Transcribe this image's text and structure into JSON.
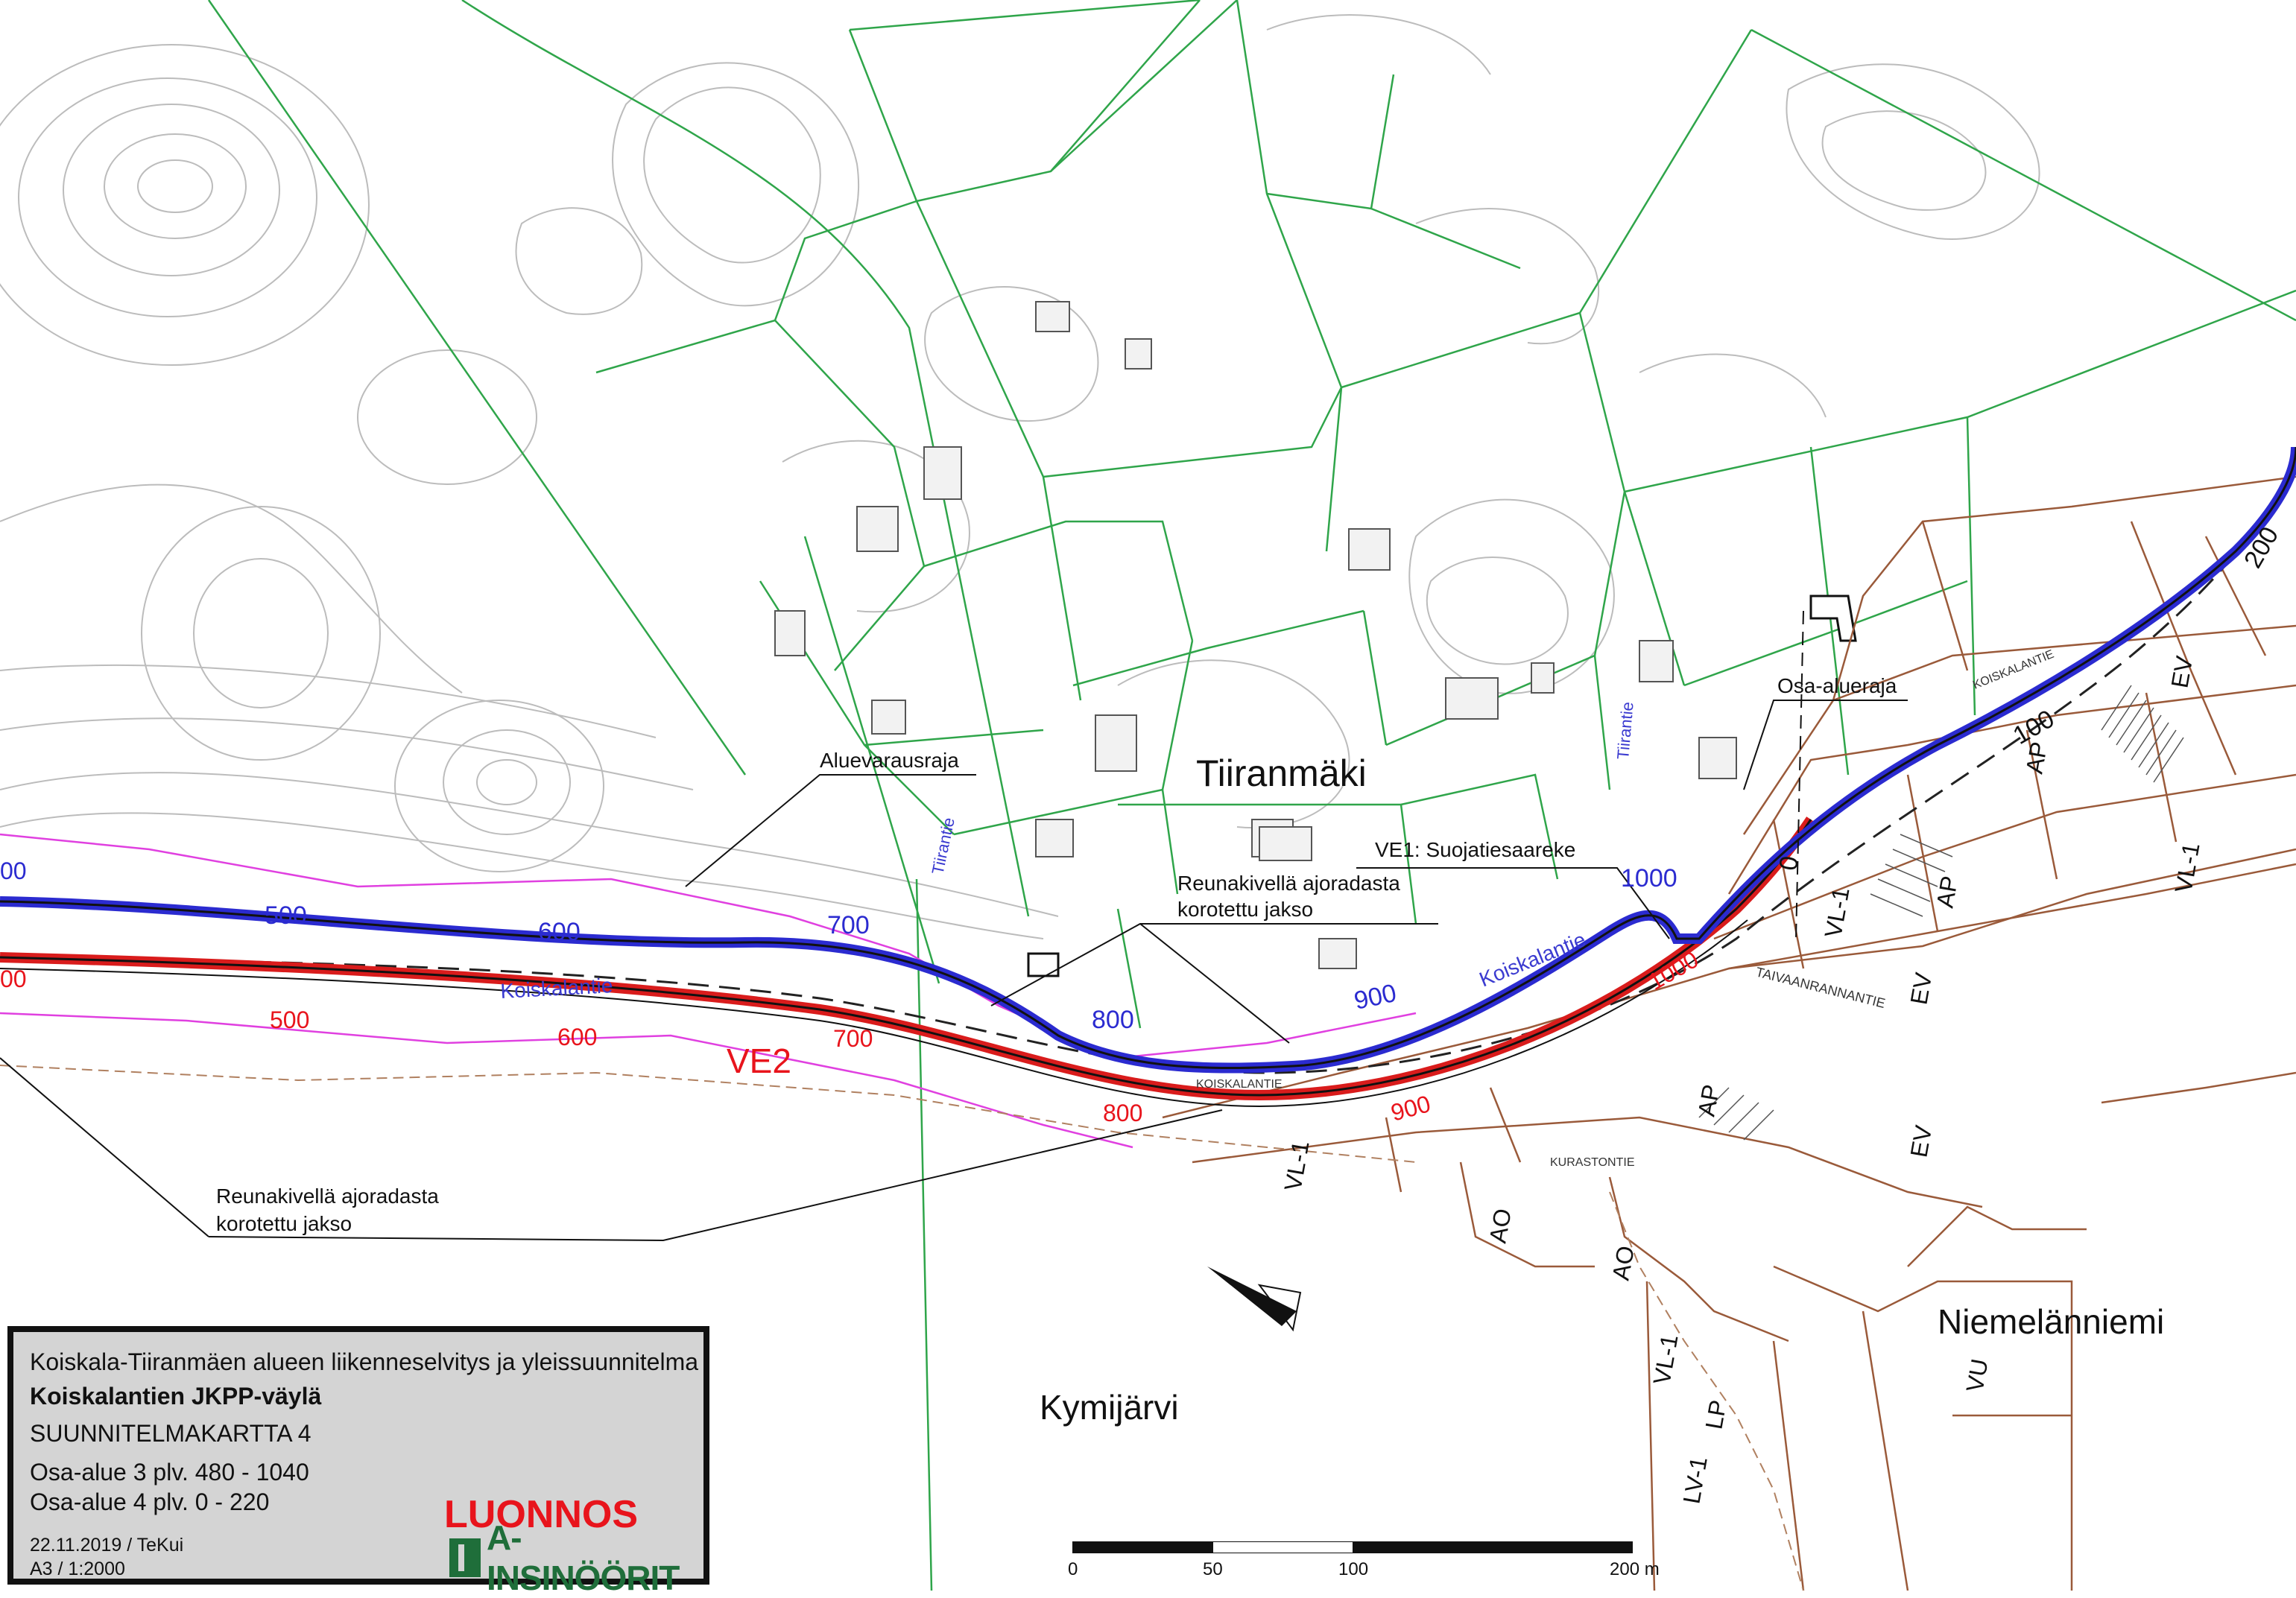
{
  "title_block": {
    "project": "Koiskala-Tiiranmäen alueen liikenneselvitys ja yleissuunnitelma",
    "subtitle": "Koiskalantien JKPP-väylä",
    "sheet": "SUUNNITELMAKARTTA 4",
    "area3": "Osa-alue 3 plv. 480 - 1040",
    "area4": "Osa-alue 4 plv. 0 - 220",
    "date": "22.11.2019 / TeKui",
    "scale": "A3 / 1:2000",
    "status": "LUONNOS",
    "logo": "A-INSINÖÖRIT"
  },
  "places": {
    "tiiranmaki": "Tiiranmäki",
    "kymijarvi": "Kymijärvi",
    "niemelanniemi": "Niemelänniemi"
  },
  "roads": {
    "koiskalantie_1": "Koiskalantie",
    "koiskalantie_2": "Koiskalantie",
    "koiskalantie_caps_1": "KOISKALANTIE",
    "koiskalantie_caps_2": "KOISKALANTIE",
    "tiirantie_1": "Tiirantie",
    "tiirantie_2": "Tiirantie",
    "taivaanrannantie": "TAIVAANRANNANTIE",
    "kurastontie": "KURASTONTIE"
  },
  "annotations": {
    "aluevarausraja": "Aluevarausraja",
    "reunakivi_1_line1": "Reunakivellä ajoradasta",
    "reunakivi_1_line2": "korotettu jakso",
    "reunakivi_2_line1": "Reunakivellä ajoradasta",
    "reunakivi_2_line2": "korotettu jakso",
    "ve1": "VE1: Suojatiesaareke",
    "osa_alueraja": "Osa-alueraja",
    "ve2": "VE2"
  },
  "stations_blue": [
    "500",
    "600",
    "700",
    "800",
    "900",
    "1000",
    "100",
    "200"
  ],
  "stations_blue_edge": "00",
  "stations_red": [
    "500",
    "600",
    "700",
    "800",
    "900",
    "1000"
  ],
  "stations_red_edge": "00",
  "station_zero": "0",
  "zoning": [
    "EV",
    "EV",
    "EV",
    "AP",
    "AP",
    "AP",
    "AO",
    "AO",
    "VL-1",
    "VL-1",
    "VL-1",
    "VL-1",
    "LP",
    "LV-1",
    "VU"
  ],
  "scale_bar": {
    "ticks": [
      "0",
      "50",
      "100",
      "200 m"
    ]
  },
  "colors": {
    "blue_alignment": "#2b2bd0",
    "red_alignment": "#d91c1c",
    "parcel_green": "#2fa54a",
    "reservation_magenta": "#e040e0",
    "contour_gray": "#b8b8b8",
    "plan_brown": "#9a5a3a",
    "status_red": "#e8141c",
    "logo_green": "#1f6e3a"
  }
}
